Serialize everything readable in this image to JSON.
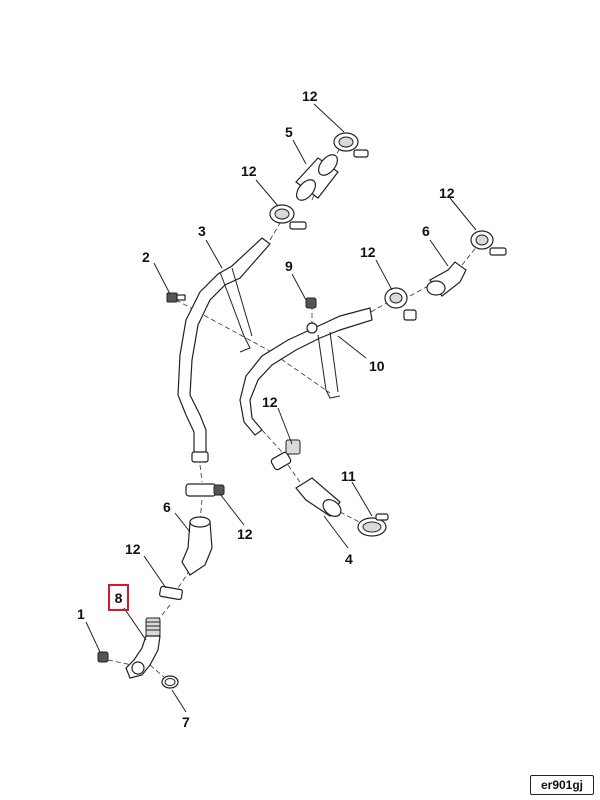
{
  "diagram_ref": "er901gj",
  "highlight_color": "#d8182a",
  "callouts": {
    "c12a": "12",
    "c5": "5",
    "c12b": "12",
    "c12c": "12",
    "c3": "3",
    "c12d": "12",
    "c6a": "6",
    "c2": "2",
    "c9": "9",
    "c10": "10",
    "c12e": "12",
    "c11": "11",
    "c6b": "6",
    "c12f": "12",
    "c4": "4",
    "c12g": "12",
    "c8": "8",
    "c1": "1",
    "c7": "7"
  }
}
